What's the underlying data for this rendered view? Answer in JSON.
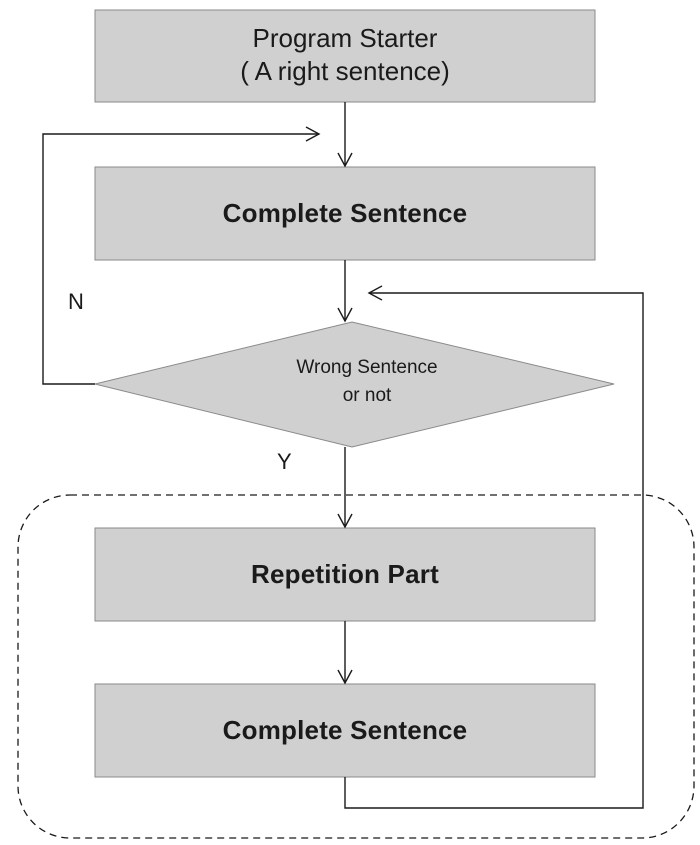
{
  "diagram": {
    "nodes": {
      "start": {
        "line1": "Program Starter",
        "line2": "( A right sentence)"
      },
      "complete1": {
        "label": "Complete Sentence"
      },
      "decision": {
        "line1": "Wrong Sentence",
        "line2": "or not"
      },
      "repetition": {
        "label": "Repetition Part"
      },
      "complete2": {
        "label": "Complete Sentence"
      }
    },
    "edge_labels": {
      "no": "N",
      "yes": "Y"
    },
    "colors": {
      "box_fill": "#d0d0d0",
      "box_stroke": "#8a8a8a",
      "line": "#1a1a1a"
    }
  }
}
